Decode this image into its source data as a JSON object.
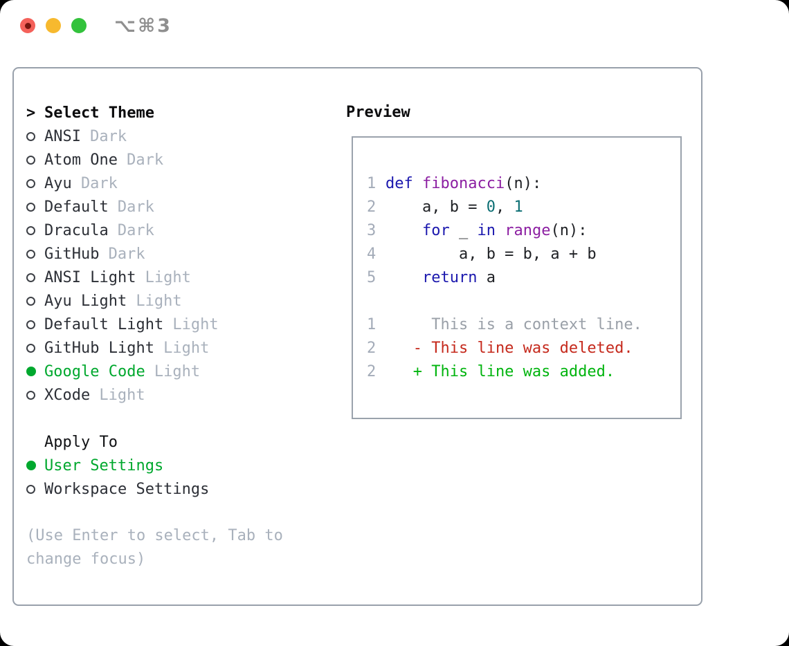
{
  "window": {
    "titlebar_shortcut": "⌥⌘3"
  },
  "colors": {
    "selected_green": "#00a82e",
    "diff_added_green": "#00b40e",
    "diff_deleted_red": "#c5291c",
    "keyword_blue": "#1b18ae",
    "function_purple": "#8c1fa2",
    "number_teal": "#0b6e73",
    "muted_gray": "#a9b1bc",
    "panel_border": "#98a0ab",
    "traffic_red": "#f4615a",
    "traffic_yellow": "#f7b92e",
    "traffic_green": "#33c23c"
  },
  "theme_panel": {
    "header": {
      "prefix": ">",
      "label": "Select Theme"
    },
    "themes": [
      {
        "name": "ANSI",
        "variant": "Dark",
        "selected": false
      },
      {
        "name": "Atom One",
        "variant": "Dark",
        "selected": false
      },
      {
        "name": "Ayu",
        "variant": "Dark",
        "selected": false
      },
      {
        "name": "Default",
        "variant": "Dark",
        "selected": false
      },
      {
        "name": "Dracula",
        "variant": "Dark",
        "selected": false
      },
      {
        "name": "GitHub",
        "variant": "Dark",
        "selected": false
      },
      {
        "name": "ANSI Light",
        "variant": "Light",
        "selected": false
      },
      {
        "name": "Ayu Light",
        "variant": "Light",
        "selected": false
      },
      {
        "name": "Default Light",
        "variant": "Light",
        "selected": false
      },
      {
        "name": "GitHub Light",
        "variant": "Light",
        "selected": false
      },
      {
        "name": "Google Code",
        "variant": "Light",
        "selected": true
      },
      {
        "name": "XCode",
        "variant": "Light",
        "selected": false
      }
    ],
    "apply_to": {
      "label": "Apply To",
      "options": [
        {
          "name": "User Settings",
          "selected": true
        },
        {
          "name": "Workspace Settings",
          "selected": false
        }
      ]
    },
    "hint": "(Use Enter to select, Tab to change focus)"
  },
  "preview": {
    "label": "Preview",
    "lines": [
      {
        "num": "1",
        "tokens": [
          {
            "t": "def",
            "c": "kw"
          },
          {
            "t": " ",
            "c": "pl"
          },
          {
            "t": "fibonacci",
            "c": "fn"
          },
          {
            "t": "(n):",
            "c": "pl"
          }
        ]
      },
      {
        "num": "2",
        "tokens": [
          {
            "t": "    a, b = ",
            "c": "pl"
          },
          {
            "t": "0",
            "c": "num"
          },
          {
            "t": ", ",
            "c": "pl"
          },
          {
            "t": "1",
            "c": "num"
          }
        ]
      },
      {
        "num": "3",
        "tokens": [
          {
            "t": "    ",
            "c": "pl"
          },
          {
            "t": "for",
            "c": "kw"
          },
          {
            "t": " _ ",
            "c": "pl"
          },
          {
            "t": "in",
            "c": "kw"
          },
          {
            "t": " ",
            "c": "pl"
          },
          {
            "t": "range",
            "c": "fn"
          },
          {
            "t": "(n):",
            "c": "pl"
          }
        ]
      },
      {
        "num": "4",
        "tokens": [
          {
            "t": "        a, b = b, a + b",
            "c": "pl"
          }
        ]
      },
      {
        "num": "5",
        "tokens": [
          {
            "t": "    ",
            "c": "pl"
          },
          {
            "t": "return",
            "c": "kw"
          },
          {
            "t": " a",
            "c": "pl"
          }
        ]
      },
      {
        "num": "",
        "tokens": []
      },
      {
        "num": "1",
        "tokens": [
          {
            "t": "     This is a context line.",
            "c": "ctx"
          }
        ]
      },
      {
        "num": "2",
        "tokens": [
          {
            "t": "   - This line was deleted.",
            "c": "del"
          }
        ]
      },
      {
        "num": "2",
        "tokens": [
          {
            "t": "   + This line was added.",
            "c": "add"
          }
        ]
      }
    ]
  }
}
